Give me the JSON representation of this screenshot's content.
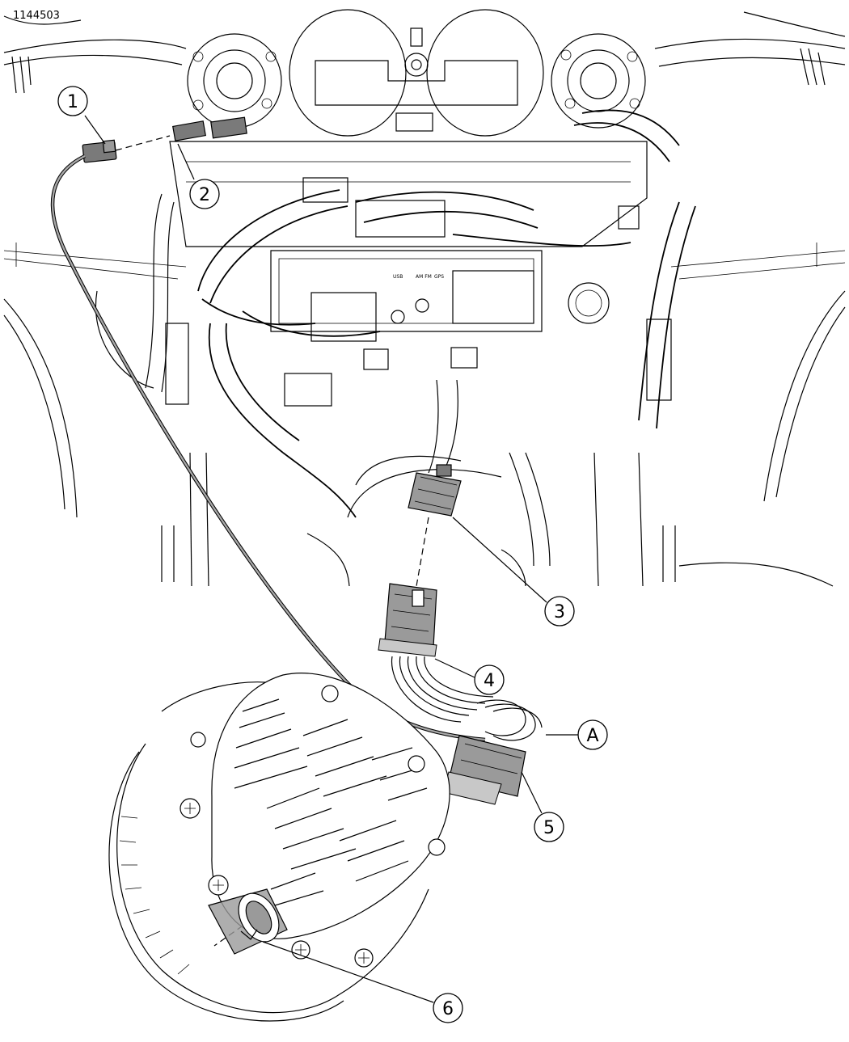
{
  "figure_id": "1144503",
  "callouts": [
    {
      "id": "1",
      "label": "1"
    },
    {
      "id": "2",
      "label": "2"
    },
    {
      "id": "3",
      "label": "3"
    },
    {
      "id": "4",
      "label": "4"
    },
    {
      "id": "A",
      "label": "A"
    },
    {
      "id": "5",
      "label": "5"
    },
    {
      "id": "6",
      "label": "6"
    }
  ],
  "radio_labels": {
    "usb": "USB",
    "am_fm": "AM FM",
    "gps": "GPS"
  },
  "colors": {
    "line": "#000000",
    "connector_fill": "#9a9a9a",
    "background": "#ffffff"
  }
}
